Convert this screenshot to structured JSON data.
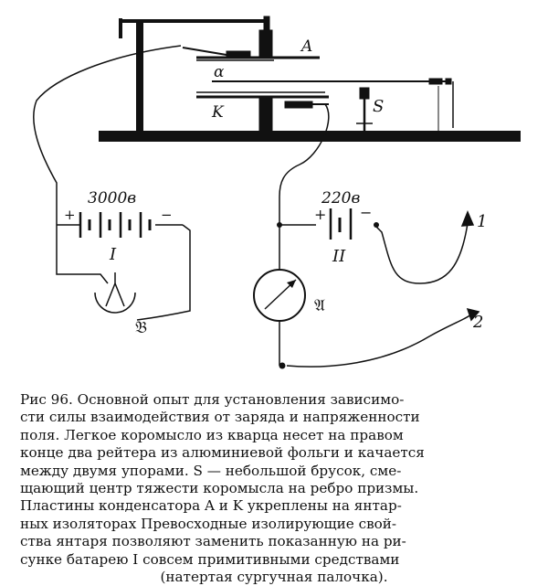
{
  "figure": {
    "labels": {
      "plate_a": "A",
      "beam_alpha": "α",
      "plate_k": "K",
      "bar_s": "S",
      "voltage_high": "3000в",
      "voltage_low": "220в",
      "battery_one": "I",
      "battery_two": "II",
      "electroscope": "𝔅",
      "galvanometer": "𝔄",
      "wire_one": "1",
      "wire_two": "2",
      "plus_left": "+",
      "minus_left": "−",
      "plus_right": "+",
      "minus_right": "−"
    }
  },
  "caption": {
    "lines": [
      "Рис 96. Основной опыт для установления зависимо-",
      "сти силы взаимодействия от заряда и напряженности",
      "поля. Легкое коромысло из кварца несет на правом",
      "конце два рейтера из алюминиевой фольги и качается",
      "между двумя упорами. S — небольшой брусок, сме-",
      "щающий центр тяжести коромысла на ребро призмы.",
      "Пластины конденсатора A и K укреплены на янтар-",
      "ных изоляторах Превосходные изолирующие свой-",
      "ства янтаря позволяют заменить показанную на ри-",
      "сунке батарею I совсем примитивными средствами",
      "(натертая сургучная палочка)."
    ]
  }
}
